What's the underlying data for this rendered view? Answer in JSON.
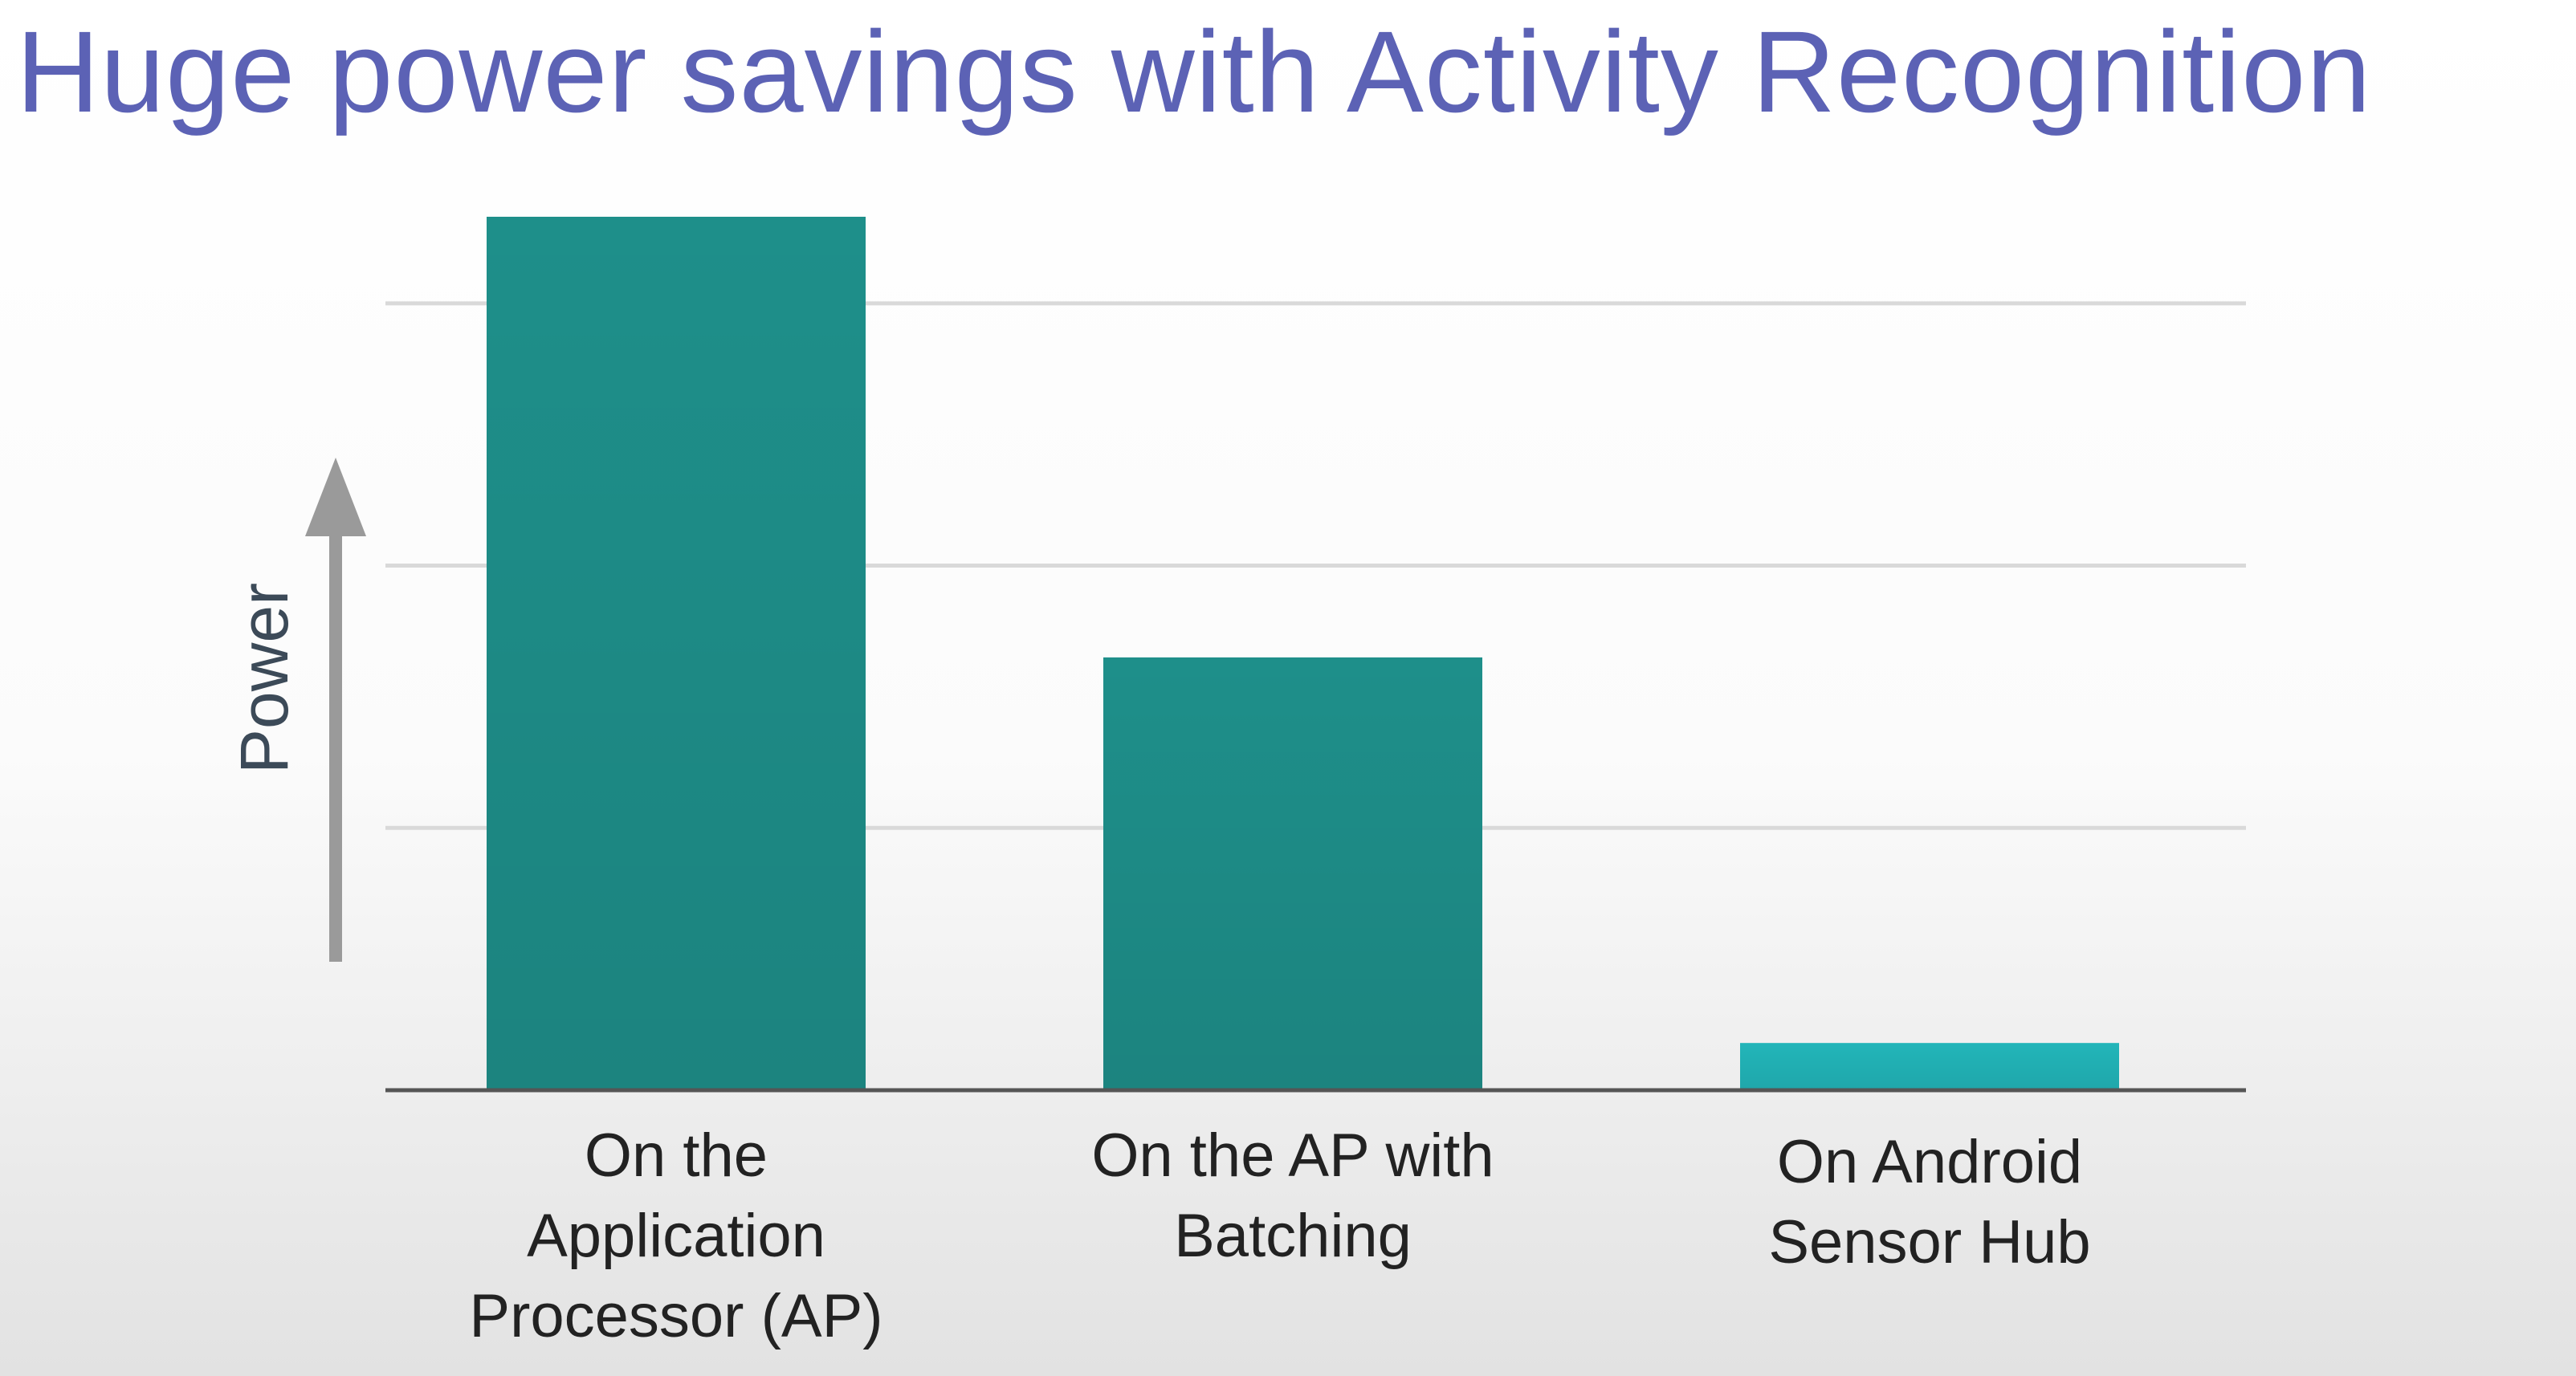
{
  "slide": {
    "title": "Huge power savings with Activity Recognition"
  },
  "chart_data": {
    "type": "bar",
    "title": "",
    "xlabel": "",
    "ylabel": "Power",
    "categories": [
      [
        "On the",
        "Application",
        "Processor (AP)"
      ],
      [
        "On the AP with",
        "Batching"
      ],
      [
        "On Android",
        "Sensor Hub"
      ]
    ],
    "values": [
      3.33,
      1.65,
      0.18
    ],
    "ylim": [
      0,
      3.33
    ],
    "grid": true,
    "grid_values": [
      1,
      2,
      3
    ],
    "bar_colors": [
      "#1e8f8a",
      "#1e8f8a",
      "#22b5b9"
    ],
    "axis_arrow": true,
    "y_ticks_shown": false
  }
}
